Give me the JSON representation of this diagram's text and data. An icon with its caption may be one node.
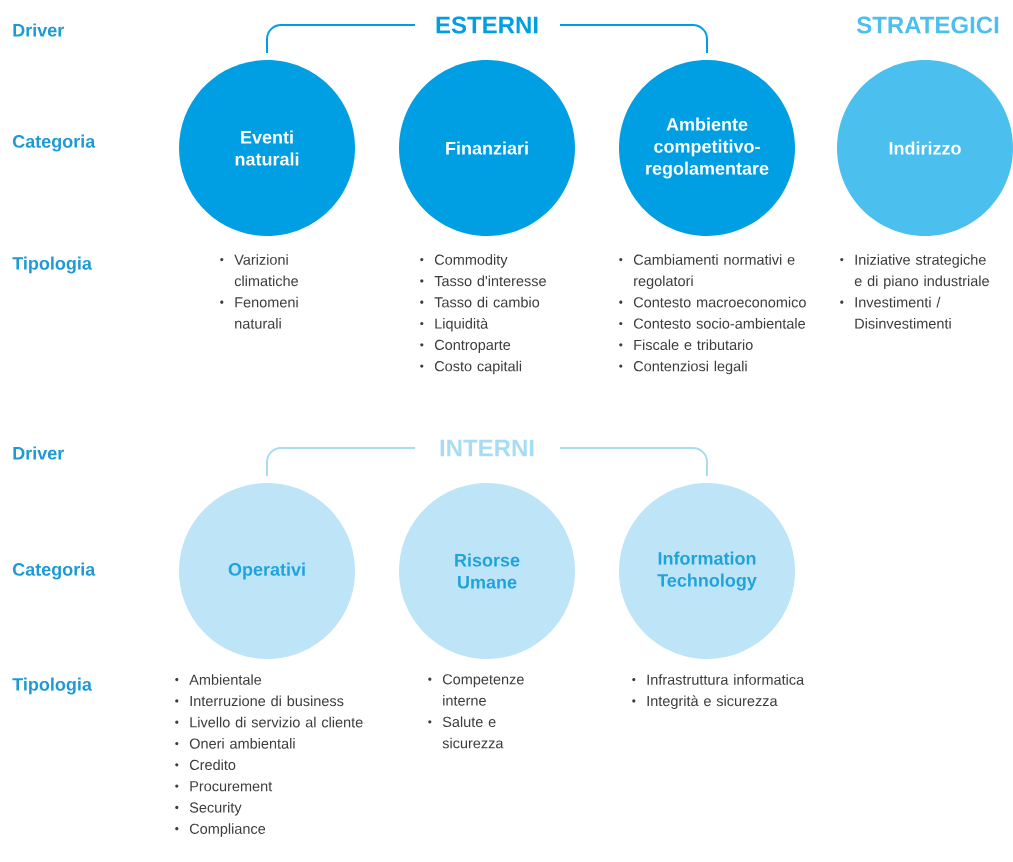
{
  "diagram": {
    "nodes": [
      {
        "text": [
          "Eventi naturali"
        ],
        "beside": [
          "Varizioni climatiche",
          "Fenomeni naturali"
        ]
      },
      {
        "text": [
          "Finanziari"
        ],
        "beside": [
          "Commodity",
          "Tasso d'interesse",
          "Tasso di cambio",
          "Liquidità",
          "Controparte",
          "Costo capitali"
        ]
      },
      {
        "text": [
          "Ambiente competitivo-regolamentare"
        ],
        "beside": [
          "Cambiamenti normativi e regolatori",
          "Contesto macroeconomico",
          "Contesto socio-ambientale",
          "Fiscale e tributario",
          "Contenziosi legali"
        ]
      },
      {
        "text": [
          "Indirizzo"
        ],
        "beside": [
          "Iniziative strategiche e di piano industriale",
          "Investimenti / Disinvestimenti"
        ]
      },
      {
        "text": [
          "Operativi"
        ],
        "beside": [
          "Ambientale",
          "Interruzione di business",
          "Livello di servizio al cliente",
          "Oneri ambientali",
          "Credito",
          "Procurement",
          "Security",
          "Compliance"
        ]
      },
      {
        "text": [
          "Risorse Umane"
        ],
        "beside": [
          "Competenze interne",
          "Salute e sicurezza"
        ]
      },
      {
        "text": [
          "Information Technology"
        ],
        "beside": [
          "Infrastruttura informatica",
          "Integrità e sicurezza"
        ]
      }
    ],
    "edges": [],
    "labels": [
      "Driver",
      "ESTERNI",
      "STRATEGICI",
      "Categoria",
      "Tipologia",
      "Driver",
      "INTERNI",
      "Categoria",
      "Tipologia"
    ]
  }
}
